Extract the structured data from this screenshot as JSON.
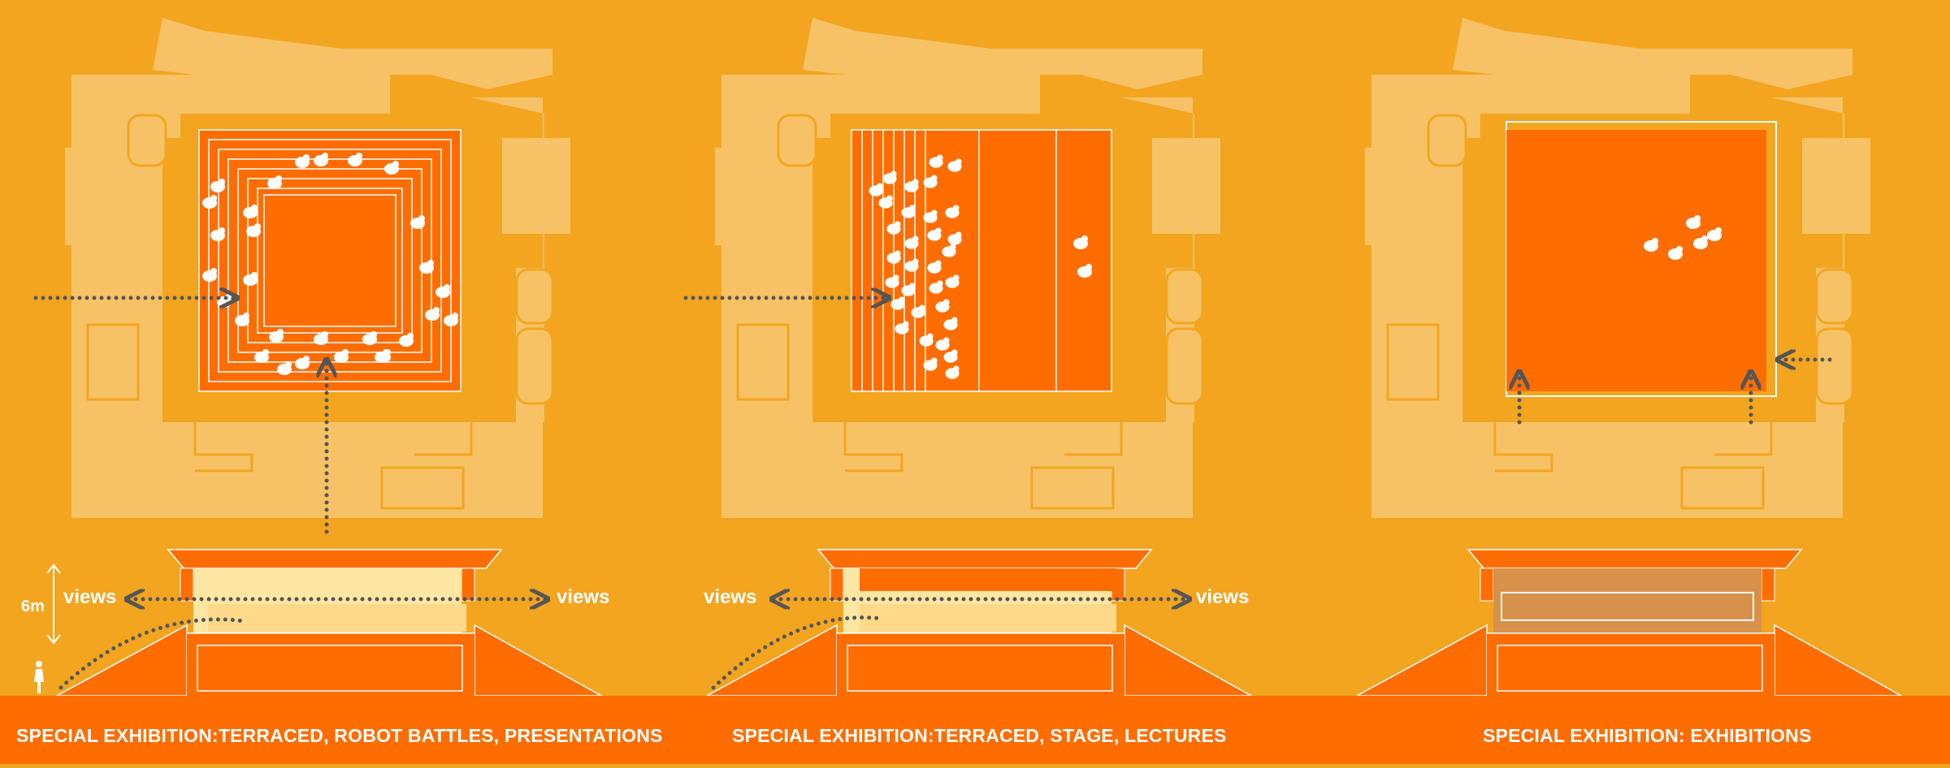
{
  "colors": {
    "background": "#F3A520",
    "building": "#F7C265",
    "exhibition_floor": "#FF6D00",
    "footer": "#FF6D00",
    "line": "#FFFFFF",
    "arrow": "#555555"
  },
  "panels": [
    {
      "caption": "SPECIAL EXHIBITION:TERRACED, ROBOT BATTLES, PRESENTATIONS",
      "layout": "terraced",
      "views_left": "views",
      "views_right": "views"
    },
    {
      "caption": "SPECIAL EXHIBITION:TERRACED, STAGE, LECTURES",
      "layout": "stage",
      "views_left": "views",
      "views_right": "views"
    },
    {
      "caption": "SPECIAL EXHIBITION: EXHIBITIONS",
      "layout": "exhibitions"
    }
  ],
  "height_marker": "6m",
  "icons": [
    "person-icon",
    "entry-arrow-icon",
    "views-arrow-icon"
  ]
}
